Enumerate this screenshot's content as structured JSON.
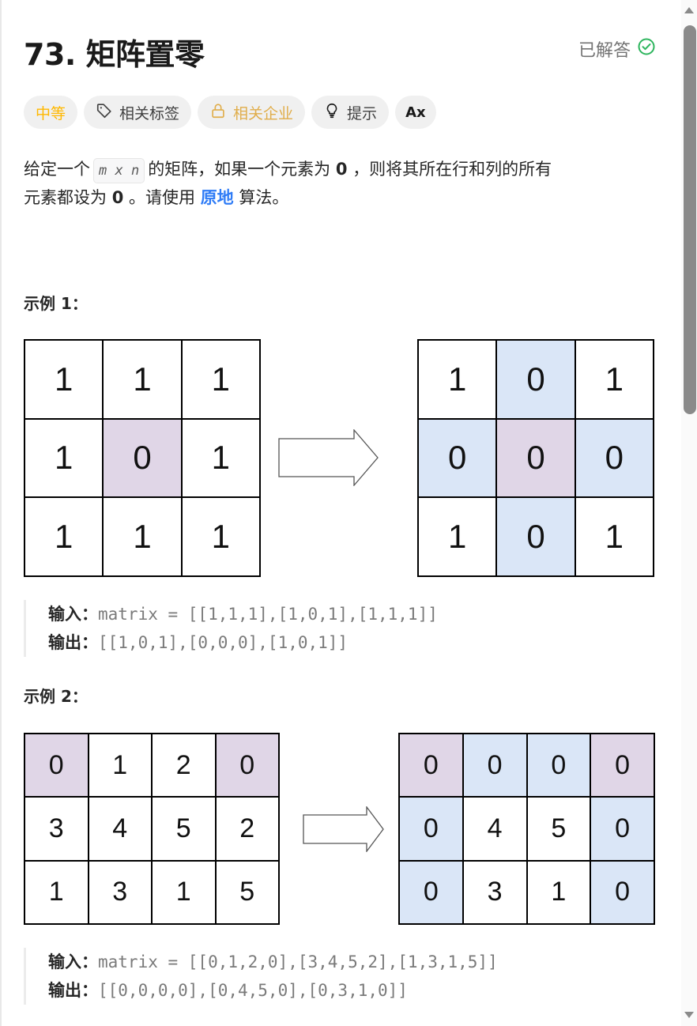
{
  "problem": {
    "title": "73. 矩阵置零",
    "status": "已解答",
    "status_color": "#2db55d"
  },
  "tags": {
    "difficulty": "中等",
    "difficulty_color": "#ffb800",
    "related_tags": "相关标签",
    "related_companies": "相关企业",
    "hint": "提示",
    "translate": "Ax"
  },
  "description": {
    "line1_pre": "给定一个",
    "code": "m x n",
    "line1_post": "的矩阵，如果一个元素为",
    "zero": "0",
    "line1_end": "，则将其所在行和列的所有",
    "line2_pre": "元素都设为",
    "line2_mid": "。请使用",
    "link": "原地",
    "line2_end": "算法。"
  },
  "examples": [
    {
      "title": "示例 1：",
      "input_grid": [
        [
          "1",
          "1",
          "1"
        ],
        [
          "1",
          "0",
          "1"
        ],
        [
          "1",
          "1",
          "1"
        ]
      ],
      "input_highlight": [
        [
          "",
          "",
          ""
        ],
        [
          "",
          "purple",
          ""
        ],
        [
          "",
          "",
          ""
        ]
      ],
      "output_grid": [
        [
          "1",
          "0",
          "1"
        ],
        [
          "0",
          "0",
          "0"
        ],
        [
          "1",
          "0",
          "1"
        ]
      ],
      "output_highlight": [
        [
          "",
          "blue",
          ""
        ],
        [
          "blue",
          "purple",
          "blue"
        ],
        [
          "",
          "blue",
          ""
        ]
      ],
      "input_label": "输入：",
      "input_value": "matrix = [[1,1,1],[1,0,1],[1,1,1]]",
      "output_label": "输出：",
      "output_value": "[[1,0,1],[0,0,0],[1,0,1]]"
    },
    {
      "title": "示例 2：",
      "input_grid": [
        [
          "0",
          "1",
          "2",
          "0"
        ],
        [
          "3",
          "4",
          "5",
          "2"
        ],
        [
          "1",
          "3",
          "1",
          "5"
        ]
      ],
      "input_highlight": [
        [
          "purple",
          "",
          "",
          "purple"
        ],
        [
          "",
          "",
          "",
          ""
        ],
        [
          "",
          "",
          "",
          ""
        ]
      ],
      "output_grid": [
        [
          "0",
          "0",
          "0",
          "0"
        ],
        [
          "0",
          "4",
          "5",
          "0"
        ],
        [
          "0",
          "3",
          "1",
          "0"
        ]
      ],
      "output_highlight": [
        [
          "purple",
          "blue",
          "blue",
          "purple"
        ],
        [
          "blue",
          "",
          "",
          "blue"
        ],
        [
          "blue",
          "",
          "",
          "blue"
        ]
      ],
      "input_label": "输入：",
      "input_value": "matrix = [[0,1,2,0],[3,4,5,2],[1,3,1,5]]",
      "output_label": "输出：",
      "output_value": "[[0,0,0,0],[0,4,5,0],[0,3,1,0]]"
    }
  ],
  "colors": {
    "highlight_purple": "#e0d6e7",
    "highlight_blue": "#dae6f7",
    "link_blue": "#2f7cf6",
    "company_gold": "#e0ad4a"
  }
}
